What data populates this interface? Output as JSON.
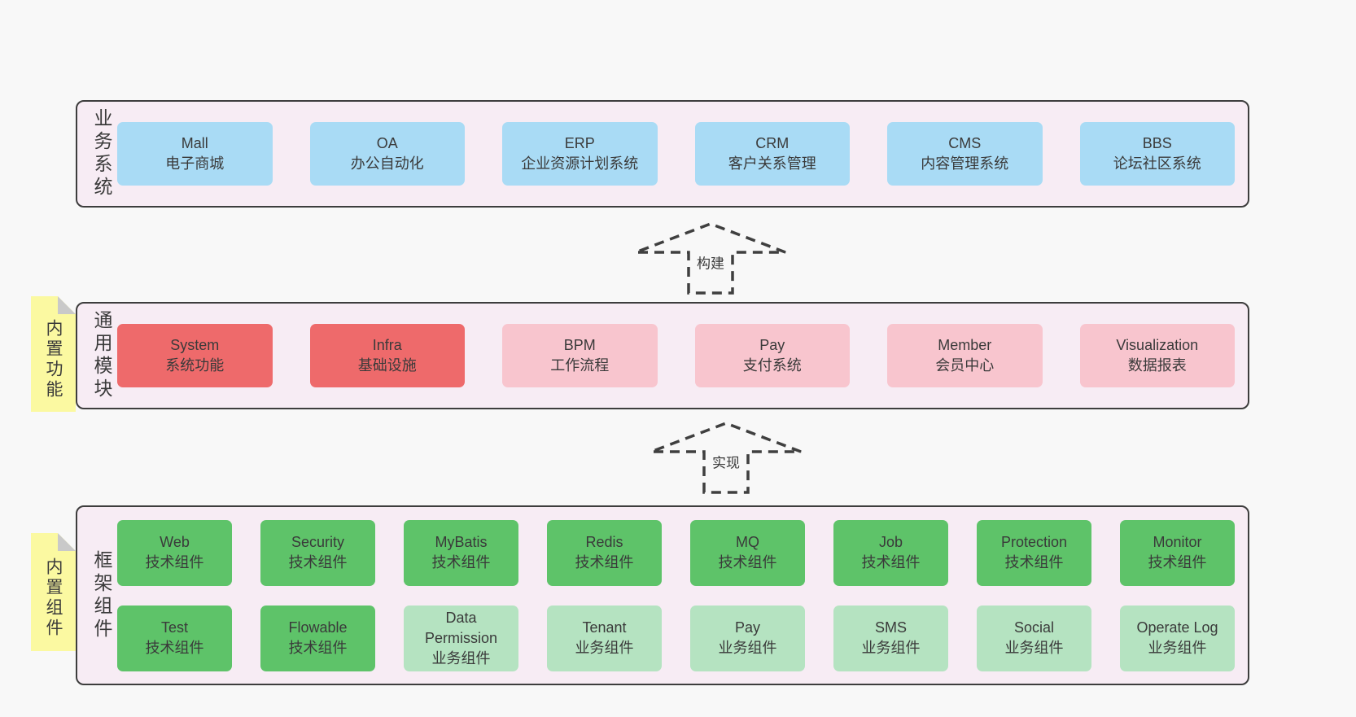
{
  "colors": {
    "page-bg": "#f8f8f8",
    "panel-bg": "#f7ecf4",
    "panel-border": "#3d3d3d",
    "box-blue": "#a9dbf5",
    "box-red": "#ee6a6b",
    "box-pink": "#f8c5ce",
    "box-green": "#5ec369",
    "box-green-light": "#b5e3c1",
    "sticky-yellow": "#fbf9a1",
    "sticky-fold": "#c9c9c9",
    "text": "#3a3a3a",
    "arrow": "#3f3f3f"
  },
  "business": {
    "label": "业务系统",
    "boxes": [
      {
        "en": "Mall",
        "zh": "电子商城"
      },
      {
        "en": "OA",
        "zh": "办公自动化"
      },
      {
        "en": "ERP",
        "zh": "企业资源计划系统"
      },
      {
        "en": "CRM",
        "zh": "客户关系管理"
      },
      {
        "en": "CMS",
        "zh": "内容管理系统"
      },
      {
        "en": "BBS",
        "zh": "论坛社区系统"
      }
    ]
  },
  "arrow_build": {
    "label": "构建"
  },
  "common": {
    "label": "通用模块",
    "sticky": "内置功能",
    "boxes": [
      {
        "en": "System",
        "zh": "系统功能"
      },
      {
        "en": "Infra",
        "zh": "基础设施"
      },
      {
        "en": "BPM",
        "zh": "工作流程"
      },
      {
        "en": "Pay",
        "zh": "支付系统"
      },
      {
        "en": "Member",
        "zh": "会员中心"
      },
      {
        "en": "Visualization",
        "zh": "数据报表"
      }
    ]
  },
  "arrow_implement": {
    "label": "实现"
  },
  "framework": {
    "label": "框架组件",
    "sticky": "内置组件",
    "row1": [
      {
        "en": "Web",
        "zh": "技术组件"
      },
      {
        "en": "Security",
        "zh": "技术组件"
      },
      {
        "en": "MyBatis",
        "zh": "技术组件"
      },
      {
        "en": "Redis",
        "zh": "技术组件"
      },
      {
        "en": "MQ",
        "zh": "技术组件"
      },
      {
        "en": "Job",
        "zh": "技术组件"
      },
      {
        "en": "Protection",
        "zh": "技术组件"
      },
      {
        "en": "Monitor",
        "zh": "技术组件"
      }
    ],
    "row2": [
      {
        "en": "Test",
        "zh": "技术组件"
      },
      {
        "en": "Flowable",
        "zh": "技术组件"
      },
      {
        "en": "Data Permission",
        "zh": "业务组件"
      },
      {
        "en": "Tenant",
        "zh": "业务组件"
      },
      {
        "en": "Pay",
        "zh": "业务组件"
      },
      {
        "en": "SMS",
        "zh": "业务组件"
      },
      {
        "en": "Social",
        "zh": "业务组件"
      },
      {
        "en": "Operate Log",
        "zh": "业务组件"
      }
    ]
  }
}
